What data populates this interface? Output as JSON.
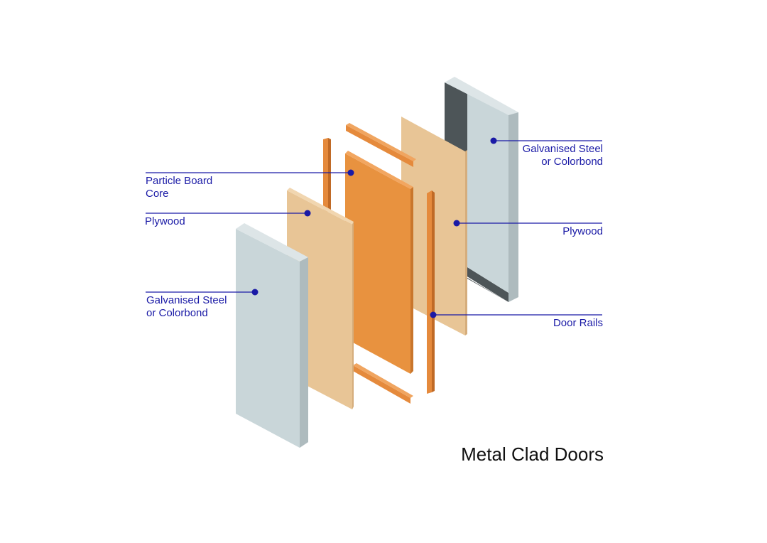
{
  "diagram": {
    "title": "Metal Clad Doors",
    "colors": {
      "steel_face": "#c9d6d9",
      "steel_side": "#aebbbe",
      "steel_top": "#dde5e7",
      "steel_back": "#4d5558",
      "plywood_face": "#e8c596",
      "plywood_side": "#d5ad7c",
      "core_face": "#e8923f",
      "core_side": "#c9762c",
      "rail_face": "#e58a3c",
      "rail_side": "#c06a26",
      "callout": "#1a1aa6"
    },
    "labels": {
      "steel_left": "Galvanised Steel\nor Colorbond",
      "plywood_left": "Plywood",
      "core": "Particle Board\nCore",
      "steel_right": "Galvanised Steel\nor Colorbond",
      "plywood_right": "Plywood",
      "rails": "Door Rails"
    }
  }
}
